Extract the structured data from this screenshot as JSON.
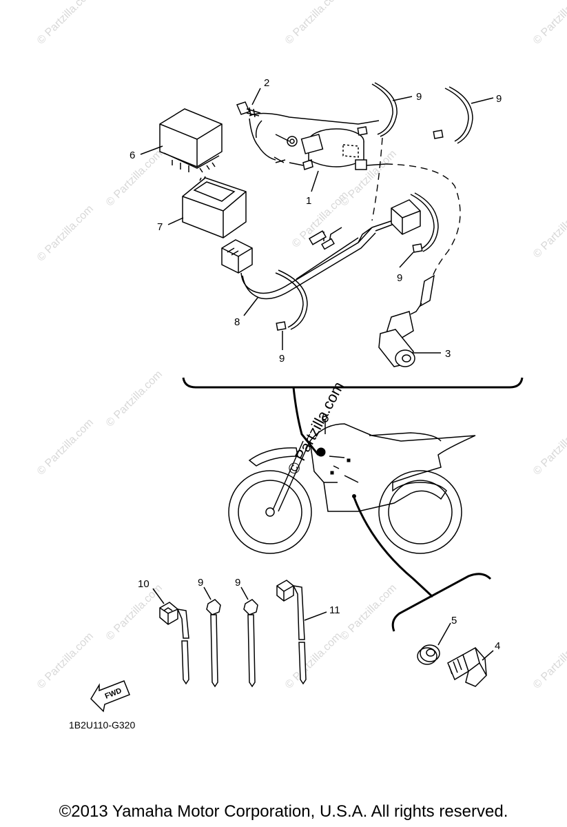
{
  "watermark": {
    "text": "© Partzilla.com",
    "center_text": "© Partzilla.com"
  },
  "callouts": {
    "c1": "1",
    "c2": "2",
    "c3": "3",
    "c4": "4",
    "c5": "5",
    "c6": "6",
    "c7": "7",
    "c8": "8",
    "c9a": "9",
    "c9b": "9",
    "c9c": "9",
    "c9d": "9",
    "c9e": "9",
    "c9f": "9",
    "c10": "10",
    "c11": "11"
  },
  "fwd_label": "FWD",
  "diagram_code": "1B2U110-G320",
  "copyright": "©2013  Yamaha Motor Corporation, U.S.A. All rights reserved."
}
